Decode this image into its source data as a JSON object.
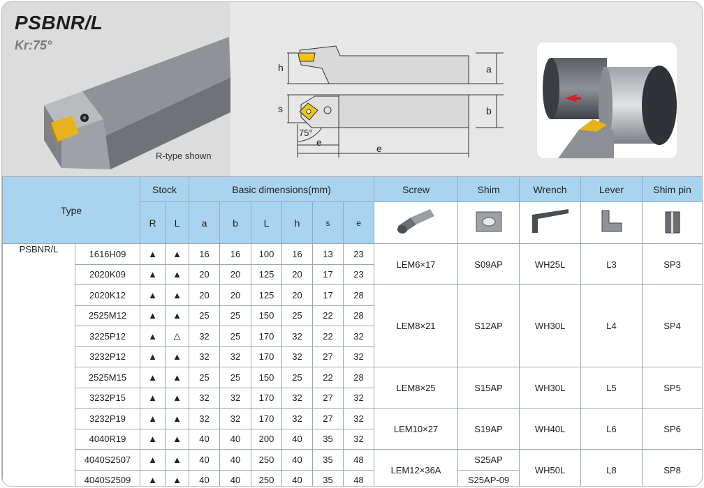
{
  "header": {
    "title": "PSBNR/L",
    "kr": "Kr:75°",
    "note": "R-type shown"
  },
  "drawing": {
    "h": "h",
    "a": "a",
    "s": "s",
    "b": "b",
    "e": "e",
    "e2": "e",
    "angle": "75°"
  },
  "table": {
    "col_type": "Type",
    "col_stock": "Stock",
    "col_dims": "Basic dimensions(mm)",
    "col_screw": "Screw",
    "col_shim": "Shim",
    "col_wrench": "Wrench",
    "col_lever": "Lever",
    "col_shimpin": "Shim pin",
    "sub_r": "R",
    "sub_l": "L",
    "sub_a": "a",
    "sub_b": "b",
    "sub_L": "L",
    "sub_h": "h",
    "sub_s": "s",
    "sub_e": "e",
    "model": "PSBNR/L",
    "rows": [
      {
        "type": "1616H09",
        "r": "▲",
        "l": "▲",
        "a": "16",
        "b": "16",
        "L": "100",
        "h": "16",
        "s": "13",
        "e": "23"
      },
      {
        "type": "2020K09",
        "r": "▲",
        "l": "▲",
        "a": "20",
        "b": "20",
        "L": "125",
        "h": "20",
        "s": "17",
        "e": "23"
      },
      {
        "type": "2020K12",
        "r": "▲",
        "l": "▲",
        "a": "20",
        "b": "20",
        "L": "125",
        "h": "20",
        "s": "17",
        "e": "28"
      },
      {
        "type": "2525M12",
        "r": "▲",
        "l": "▲",
        "a": "25",
        "b": "25",
        "L": "150",
        "h": "25",
        "s": "22",
        "e": "28"
      },
      {
        "type": "3225P12",
        "r": "▲",
        "l": "△",
        "a": "32",
        "b": "25",
        "L": "170",
        "h": "32",
        "s": "22",
        "e": "32"
      },
      {
        "type": "3232P12",
        "r": "▲",
        "l": "▲",
        "a": "32",
        "b": "32",
        "L": "170",
        "h": "32",
        "s": "27",
        "e": "32"
      },
      {
        "type": "2525M15",
        "r": "▲",
        "l": "▲",
        "a": "25",
        "b": "25",
        "L": "150",
        "h": "25",
        "s": "22",
        "e": "28"
      },
      {
        "type": "3232P15",
        "r": "▲",
        "l": "▲",
        "a": "32",
        "b": "32",
        "L": "170",
        "h": "32",
        "s": "27",
        "e": "32"
      },
      {
        "type": "3232P19",
        "r": "▲",
        "l": "▲",
        "a": "32",
        "b": "32",
        "L": "170",
        "h": "32",
        "s": "27",
        "e": "32"
      },
      {
        "type": "4040R19",
        "r": "▲",
        "l": "▲",
        "a": "40",
        "b": "40",
        "L": "200",
        "h": "40",
        "s": "35",
        "e": "32"
      },
      {
        "type": "4040S2507",
        "r": "▲",
        "l": "▲",
        "a": "40",
        "b": "40",
        "L": "250",
        "h": "40",
        "s": "35",
        "e": "48"
      },
      {
        "type": "4040S2509",
        "r": "▲",
        "l": "▲",
        "a": "40",
        "b": "40",
        "L": "250",
        "h": "40",
        "s": "35",
        "e": "48"
      }
    ],
    "groups": [
      {
        "screw": "LEM6×17",
        "shim": "S09AP",
        "wrench": "WH25L",
        "lever": "L3",
        "shimpin": "SP3"
      },
      {
        "screw": "LEM8×21",
        "shim": "S12AP",
        "wrench": "WH30L",
        "lever": "L4",
        "shimpin": "SP4"
      },
      {
        "screw": "LEM8×25",
        "shim": "S15AP",
        "wrench": "WH30L",
        "lever": "L5",
        "shimpin": "SP5"
      },
      {
        "screw": "LEM10×27",
        "shim": "S19AP",
        "wrench": "WH40L",
        "lever": "L6",
        "shimpin": "SP6"
      },
      {
        "screw": "LEM12×36A",
        "shim": "S25AP",
        "shim2": "S25AP-09",
        "wrench": "WH50L",
        "lever": "L8",
        "shimpin": "SP8"
      }
    ]
  }
}
